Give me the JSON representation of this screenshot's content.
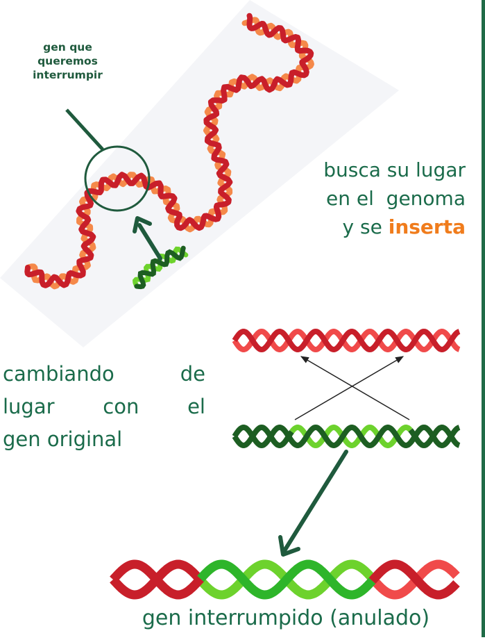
{
  "colors": {
    "text_green": "#1a6b4a",
    "callout_green": "#1f5a3d",
    "highlight_orange": "#f07c1c",
    "strand_red": "#c81f2a",
    "strand_light_red": "#f04a4a",
    "strand_orange": "#f5894a",
    "strand_dark_green": "#1d5e22",
    "strand_light_green": "#6dd22d",
    "arrow_green": "#1f5a3d"
  },
  "labels": {
    "callout": [
      "gen que",
      "queremos",
      "interrumpir"
    ],
    "busca": {
      "line1": "busca su lugar",
      "line2": "en el  genoma",
      "line3_prefix": "y se ",
      "line3_highlight": "inserta"
    },
    "cambiando": [
      "cambiando  de",
      "lugar   con   el",
      "gen original"
    ],
    "result": "gen interrumpido (anulado)"
  }
}
